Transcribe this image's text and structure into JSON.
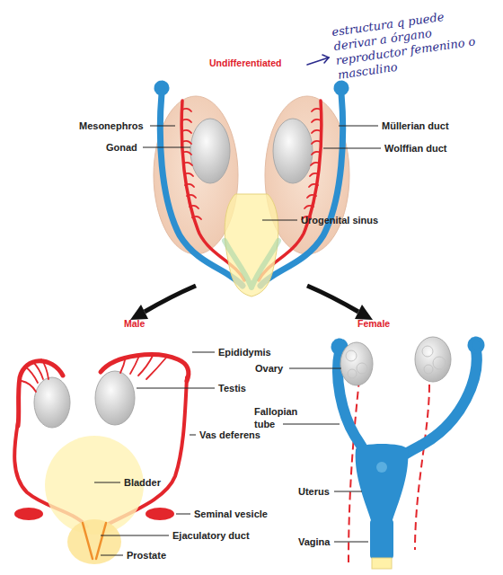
{
  "diagram": {
    "labels": [
      "estructura q puede derivar a órgano reproductor femenino o masculino",
      "Undifferentiated",
      "Mesonephros",
      "Gonad",
      "Müllerian duct",
      "Wolffian duct",
      "Urogenital sinus",
      "Male",
      "Female",
      "Epididymis",
      "Testis",
      "Vas deferens",
      "Bladder",
      "Seminal vesicle",
      "Ejaculatory duct",
      "Prostate",
      "Ovary",
      "Fallopian tube",
      "Uterus",
      "Vagina"
    ]
  }
}
